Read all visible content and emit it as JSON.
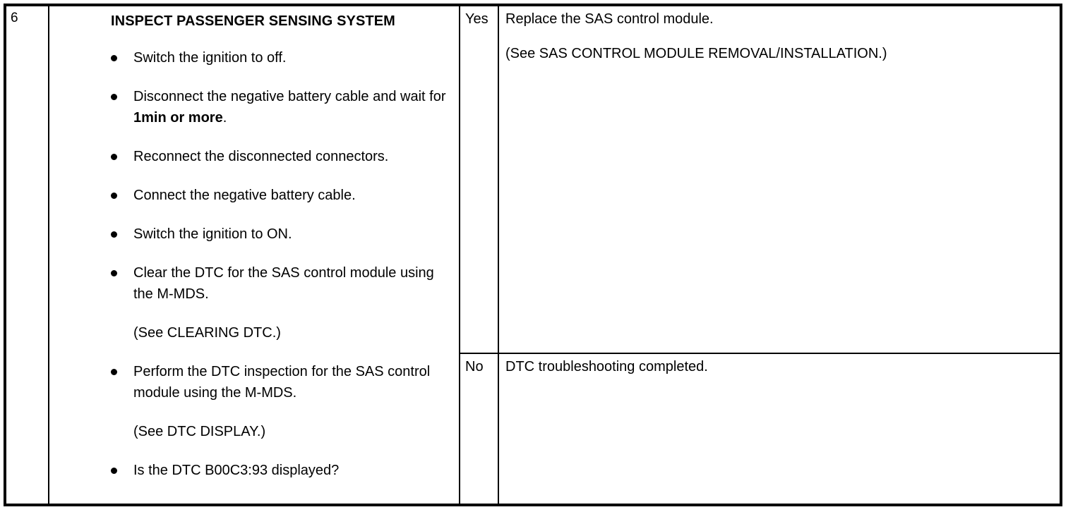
{
  "table": {
    "step_number": "6",
    "procedure": {
      "heading": "INSPECT PASSENGER SENSING SYSTEM",
      "items": [
        {
          "type": "bullet",
          "text": "Switch the ignition to off."
        },
        {
          "type": "bullet",
          "text_before": "Disconnect the negative battery cable and wait for ",
          "bold": "1min or more",
          "text_after": "."
        },
        {
          "type": "bullet",
          "text": "Reconnect the disconnected connectors."
        },
        {
          "type": "bullet",
          "text": "Connect the negative battery cable."
        },
        {
          "type": "bullet",
          "text": "Switch the ignition to ON."
        },
        {
          "type": "bullet",
          "text": "Clear the DTC for the SAS control module using the M-MDS."
        },
        {
          "type": "note",
          "text": "(See CLEARING DTC.)"
        },
        {
          "type": "bullet",
          "text": "Perform the DTC inspection for the SAS control module using the M-MDS."
        },
        {
          "type": "note",
          "text": "(See DTC DISPLAY.)"
        },
        {
          "type": "bullet",
          "text": "Is the DTC B00C3:93 displayed?"
        }
      ]
    },
    "results": [
      {
        "label": "Yes",
        "action_lines": [
          "Replace the SAS control module.",
          "(See SAS CONTROL MODULE REMOVAL/INSTALLATION.)"
        ]
      },
      {
        "label": "No",
        "action_lines": [
          "DTC troubleshooting completed."
        ]
      }
    ]
  }
}
